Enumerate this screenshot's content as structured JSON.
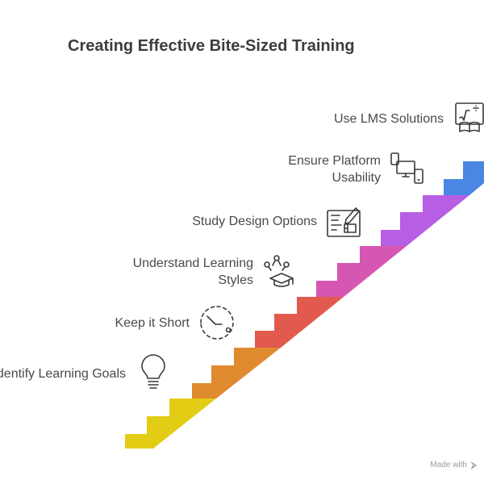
{
  "title": "Creating Effective Bite-Sized Training",
  "colors": {
    "text": "#4a4a4a",
    "icon_stroke": "#3a3a3a",
    "yellow": "#e3cd14",
    "orange": "#e08a30",
    "red": "#e25a4e",
    "pink": "#d657b2",
    "purple": "#b65fe4",
    "blue": "#4a86e3"
  },
  "steps": [
    {
      "label_line1": "Identify Learning Goals",
      "label_line2": "",
      "icon": "lightbulb-icon",
      "color": "#e3cd14"
    },
    {
      "label_line1": "Keep it Short",
      "label_line2": "",
      "icon": "timer-icon",
      "color": "#e08a30"
    },
    {
      "label_line1": "Understand Learning",
      "label_line2": "Styles",
      "icon": "graduation-cap-icon",
      "color": "#e25a4e"
    },
    {
      "label_line1": "Study Design Options",
      "label_line2": "",
      "icon": "design-board-icon",
      "color": "#d657b2"
    },
    {
      "label_line1": "Ensure Platform",
      "label_line2": "Usability",
      "icon": "devices-icon",
      "color": "#b65fe4"
    },
    {
      "label_line1": "Use LMS Solutions",
      "label_line2": "",
      "icon": "lms-board-icon",
      "color": "#4a86e3"
    }
  ],
  "watermark": "Made with"
}
